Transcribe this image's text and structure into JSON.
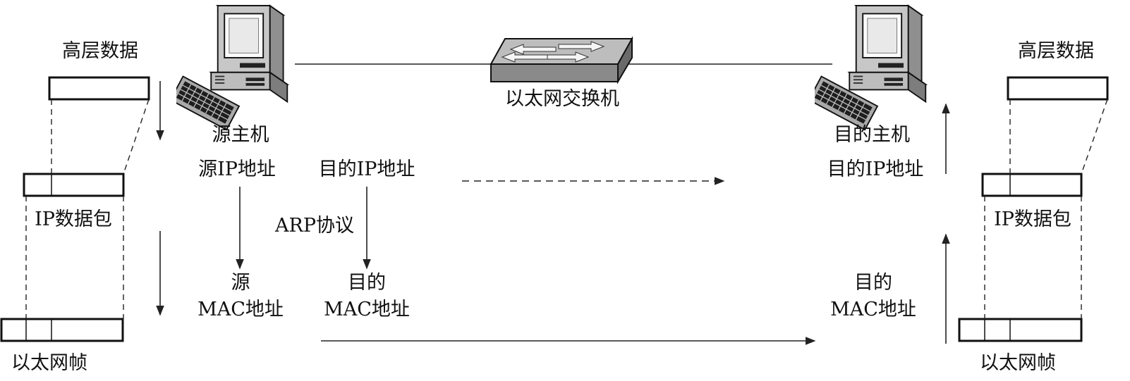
{
  "switch_label": "以太网交换机",
  "source": {
    "host_label": "源主机",
    "ip_label": "源IP地址",
    "mac_top": "源",
    "mac_bottom": "MAC地址",
    "higher_data": "高层数据",
    "ip_packet": "IP数据包",
    "ethernet_frame": "以太网帧"
  },
  "dest_on_source": {
    "ip_label": "目的IP地址",
    "arp_label": "ARP协议",
    "mac_top": "目的",
    "mac_bottom": "MAC地址"
  },
  "destination": {
    "host_label": "目的主机",
    "ip_label": "目的IP地址",
    "mac_top": "目的",
    "mac_bottom": "MAC地址",
    "higher_data": "高层数据",
    "ip_packet": "IP数据包",
    "ethernet_frame": "以太网帧"
  },
  "icons": [
    "computer-icon",
    "ethernet-switch-icon"
  ],
  "colors": {
    "line": "#222222",
    "computer_body": "#bdbdbd",
    "switch_body": "#8a8a8a"
  }
}
